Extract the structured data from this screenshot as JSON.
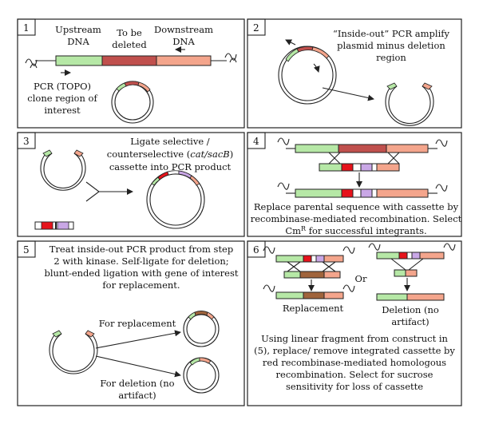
{
  "colors": {
    "green": "#b6e8a6",
    "red": "#c0504d",
    "salmon": "#f4a58c",
    "bright_red": "#e6131b",
    "purple": "#c9a7e6",
    "brown": "#a0643c",
    "black": "#111111"
  },
  "panel1": {
    "number": "1",
    "upstream_l1": "Upstream",
    "upstream_l2": "DNA",
    "deleted_l1": "To be",
    "deleted_l2": "deleted",
    "downstream_l1": "Downstream",
    "downstream_l2": "DNA",
    "pcr_l1": "PCR (TOPO)",
    "pcr_l2": "clone region of",
    "pcr_l3": "interest"
  },
  "panel2": {
    "number": "2",
    "l1": "“Inside-out” PCR amplify",
    "l2": "plasmid minus deletion",
    "l3": "region"
  },
  "panel3": {
    "number": "3",
    "l1": "Ligate selective /",
    "l2a": "counterselective (",
    "l2b": "cat/sacB",
    "l2c": ")",
    "l3": "cassette into PCR product"
  },
  "panel4": {
    "number": "4",
    "l1": "Replace parental sequence with cassette by",
    "l2": "recombinase-mediated recombination. Select",
    "l3a": "Cm",
    "l3sup": "R",
    "l3b": " for successful integrants."
  },
  "panel5": {
    "number": "5",
    "l1": "Treat inside-out PCR product from step",
    "l2": "2 with kinase. Self-ligate for deletion;",
    "l3": "blunt-ended ligation with gene of interest",
    "l4": "for replacement.",
    "replacement": "For replacement",
    "deletion_l1": "For deletion (no",
    "deletion_l2": "artifact)"
  },
  "panel6": {
    "number": "6",
    "or": "Or",
    "replacement": "Replacement",
    "deletion_l1": "Deletion (no",
    "deletion_l2": "artifact)",
    "l1": "Using linear fragment from construct in",
    "l2": "(5), replace/ remove integrated cassette by",
    "l3": "red recombinase-mediated homologous",
    "l4": "recombination. Select for sucrose",
    "l5": "sensitivity for loss of cassette"
  }
}
